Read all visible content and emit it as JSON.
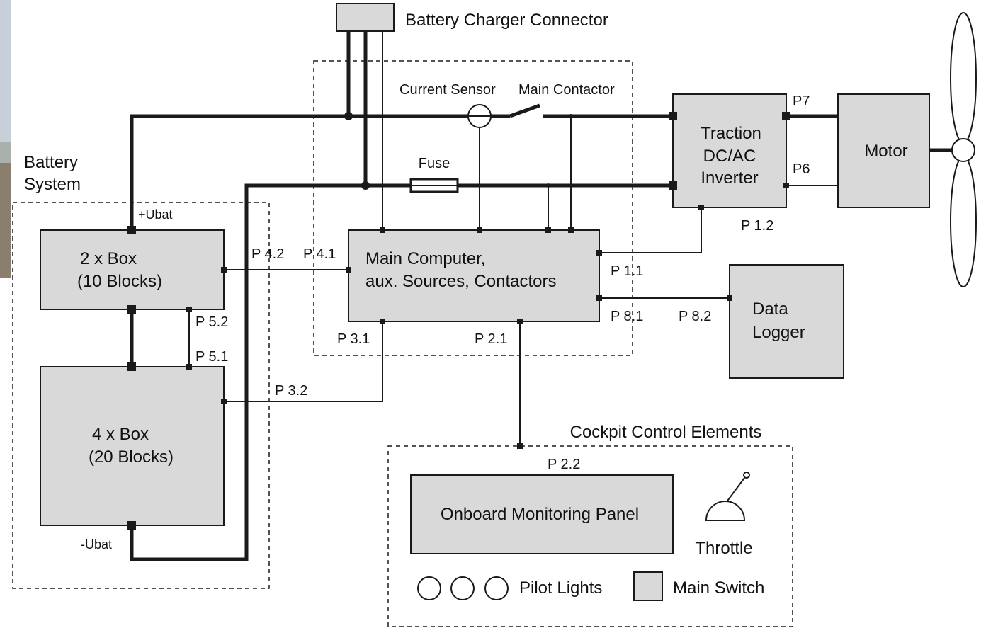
{
  "colors": {
    "box_fill": "#d9d9d9",
    "line": "#1a1a1a",
    "background": "#ffffff",
    "photo_sky": "#c7d0d8",
    "photo_ground": "#8a7e6f"
  },
  "groups": {
    "battery_system": [
      "Battery",
      "System"
    ],
    "cockpit": "Cockpit Control Elements"
  },
  "boxes": {
    "charger_connector": "Battery Charger Connector",
    "box2": [
      "2 x Box",
      "(10 Blocks)"
    ],
    "box4": [
      "4 x Box",
      "(20 Blocks)"
    ],
    "main_computer": [
      "Main Computer,",
      "aux. Sources, Contactors"
    ],
    "inverter": [
      "Traction",
      "DC/AC",
      "Inverter"
    ],
    "motor": "Motor",
    "data_logger": [
      "Data",
      "Logger"
    ],
    "monitoring_panel": "Onboard Monitoring Panel",
    "main_switch": "Main Switch"
  },
  "components": {
    "current_sensor": "Current Sensor",
    "main_contactor": "Main Contactor",
    "fuse": "Fuse",
    "throttle": "Throttle",
    "pilot_lights": "Pilot Lights"
  },
  "terminals": {
    "plus_ubat": "+Ubat",
    "minus_ubat": "-Ubat"
  },
  "ports": {
    "p1_1": "P 1.1",
    "p1_2": "P 1.2",
    "p2_1": "P 2.1",
    "p2_2": "P 2.2",
    "p3_1": "P 3.1",
    "p3_2": "P 3.2",
    "p4_1": "P 4.1",
    "p4_2": "P 4.2",
    "p5_1": "P 5.1",
    "p5_2": "P 5.2",
    "p6": "P6",
    "p7": "P7",
    "p8_1": "P 8.1",
    "p8_2": "P 8.2"
  }
}
